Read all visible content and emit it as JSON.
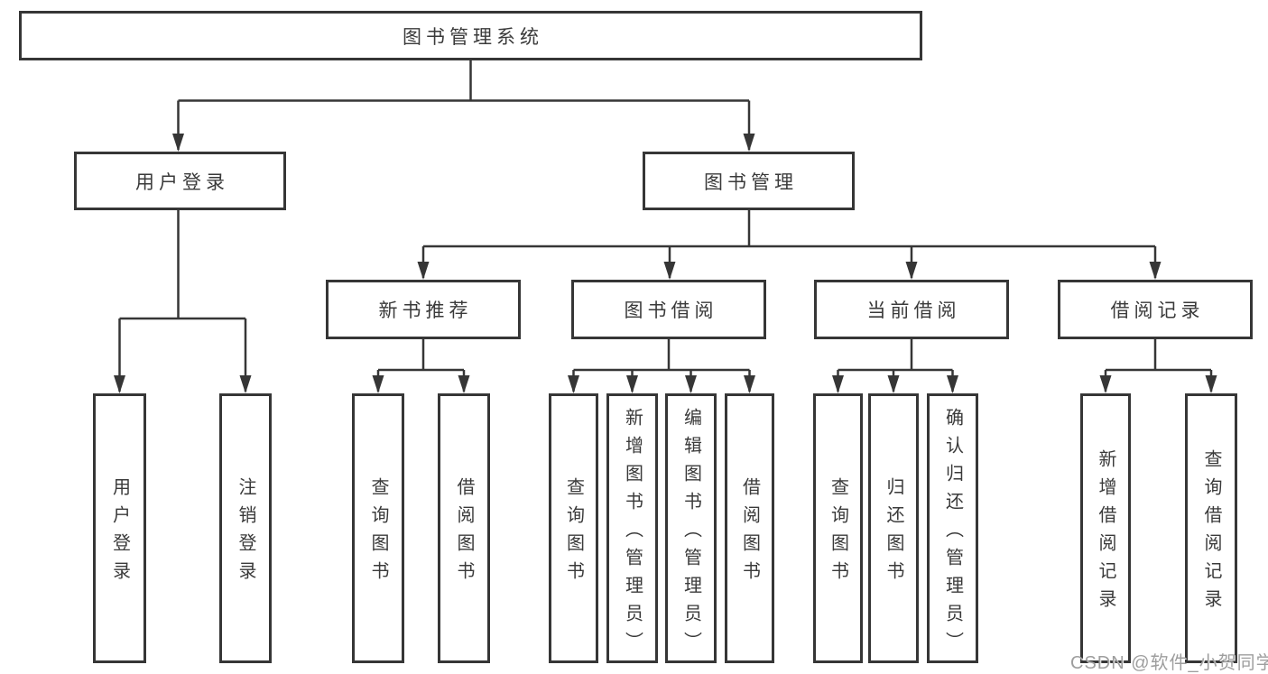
{
  "diagram": {
    "title": "图书管理系统",
    "nodes": {
      "root": {
        "label": "图书管理系统"
      },
      "user_login": {
        "label": "用户登录"
      },
      "book_mgmt": {
        "label": "图书管理"
      },
      "new_book_rec": {
        "label": "新书推荐"
      },
      "book_borrow": {
        "label": "图书借阅"
      },
      "current_borrow": {
        "label": "当前借阅"
      },
      "borrow_record": {
        "label": "借阅记录"
      },
      "leaf_user_login": {
        "label": "用户登录"
      },
      "leaf_logout": {
        "label": "注销登录"
      },
      "leaf_query_book_rec": {
        "label": "查询图书"
      },
      "leaf_borrow_book_rec": {
        "label": "借阅图书"
      },
      "leaf_query_book_borrow": {
        "label": "查询图书"
      },
      "leaf_add_book": {
        "label": "新增图书（管理员）"
      },
      "leaf_edit_book": {
        "label": "编辑图书（管理员）"
      },
      "leaf_borrow_book": {
        "label": "借阅图书"
      },
      "leaf_query_current": {
        "label": "查询图书"
      },
      "leaf_return_book": {
        "label": "归还图书"
      },
      "leaf_confirm_return": {
        "label": "确认归还（管理员）"
      },
      "leaf_add_record": {
        "label": "新增借阅记录"
      },
      "leaf_query_record": {
        "label": "查询借阅记录"
      }
    },
    "colors": {
      "line": "#363636",
      "text": "#3a3a3a",
      "box_bg": "#ffffff",
      "background": "#ffffff",
      "watermark": "#9e9e9e"
    }
  },
  "watermark": {
    "text": "CSDN @软件_小贺同学"
  }
}
